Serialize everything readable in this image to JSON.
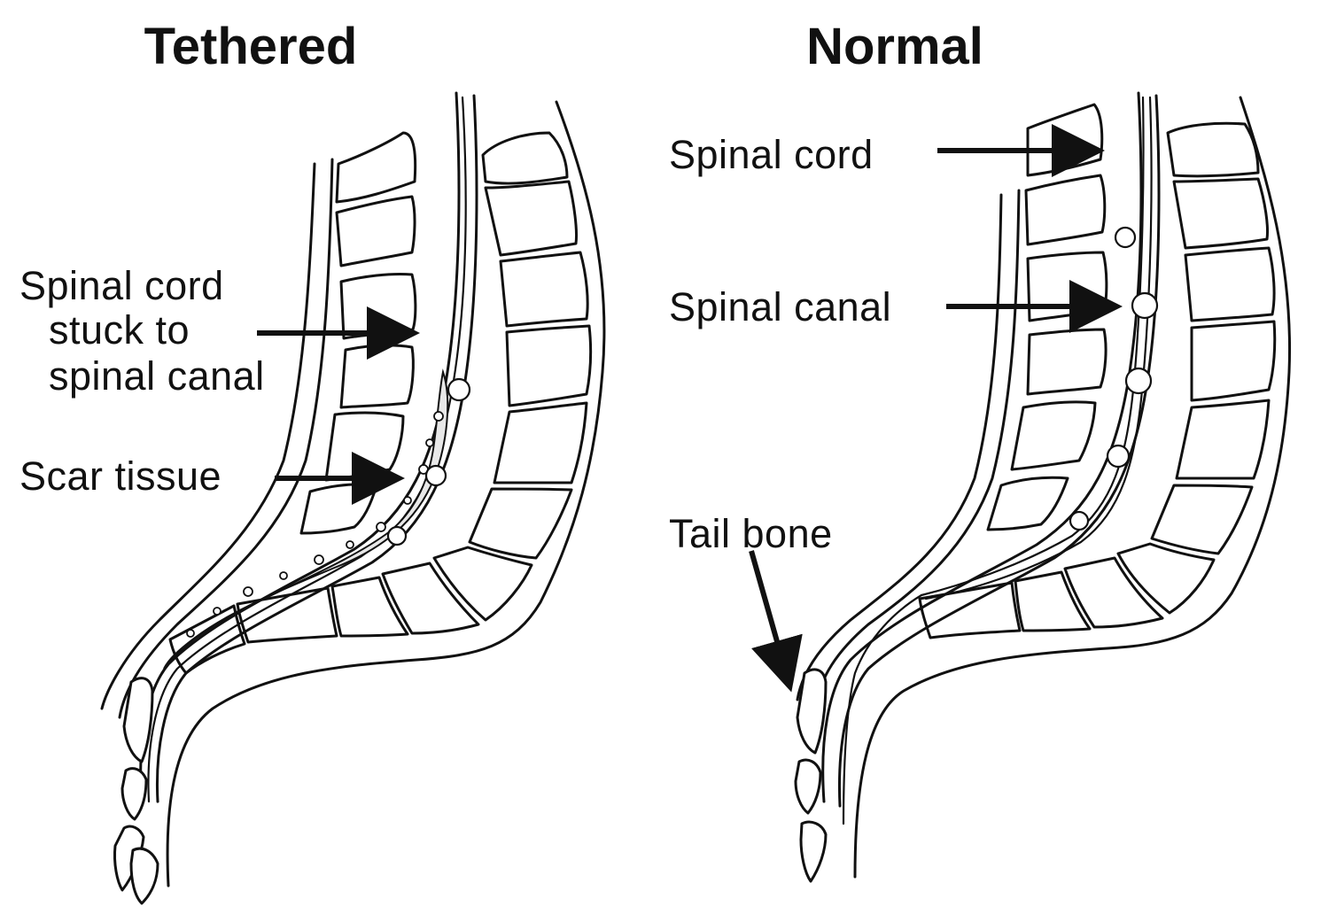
{
  "panels": {
    "tethered": {
      "title": "Tethered",
      "labels": {
        "stuck_line1": "Spinal cord",
        "stuck_line2": "stuck to",
        "stuck_line3": "spinal canal",
        "scar": "Scar tissue"
      }
    },
    "normal": {
      "title": "Normal",
      "labels": {
        "cord": "Spinal cord",
        "canal": "Spinal canal",
        "tail": "Tail bone"
      }
    }
  }
}
